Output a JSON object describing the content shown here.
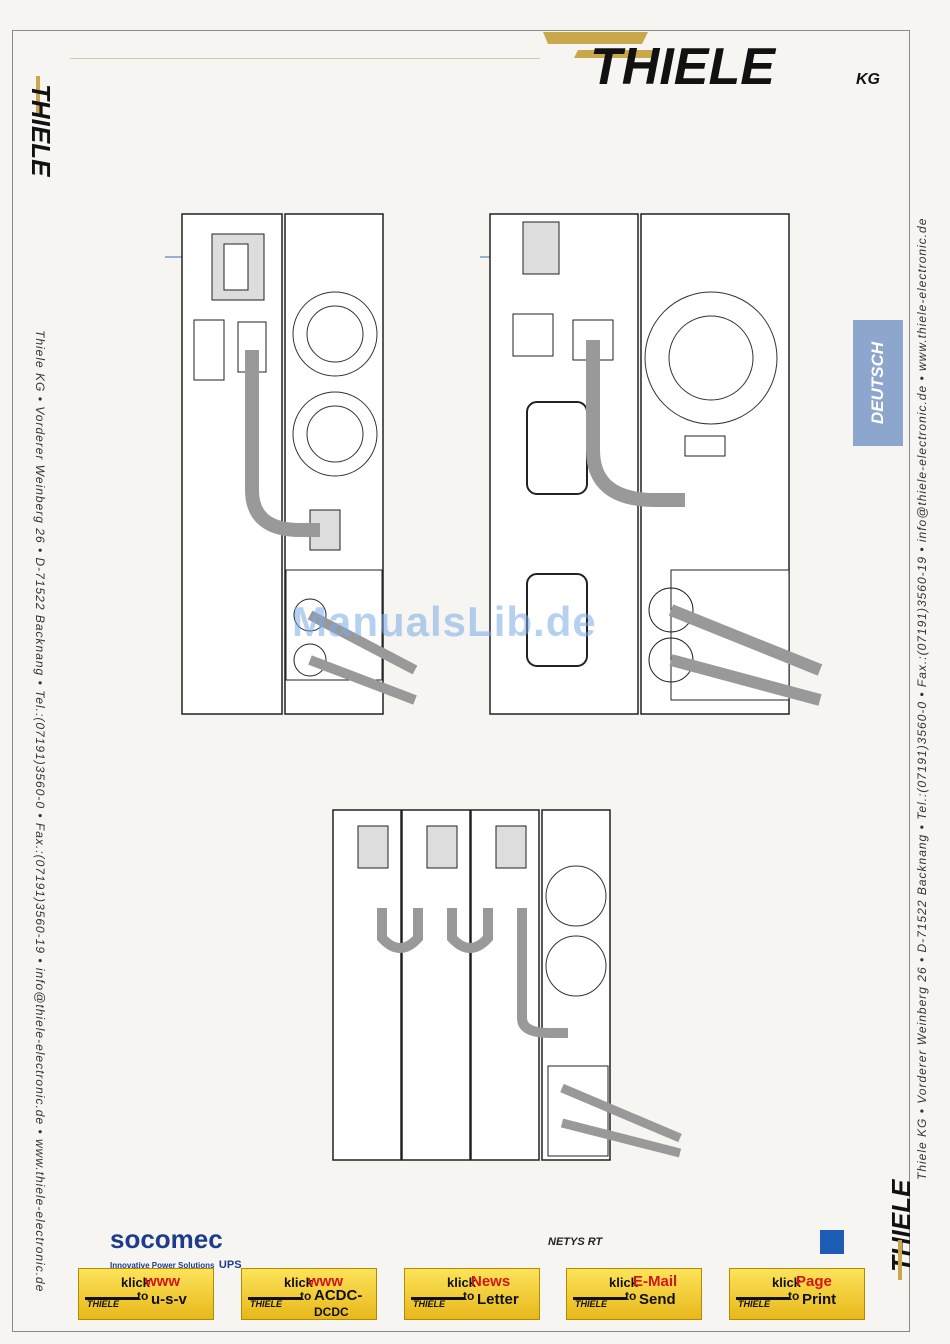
{
  "header": {
    "brand": "THIELE",
    "brand_suffix": "KG"
  },
  "side_tab": {
    "label": "DEUTSCH"
  },
  "contact_line": "Thiele KG • Vorderer Weinberg 26 • D-71522 Backnang • Tel.:(07191)3560-0 • Fax.:(07191)3560-19 • info@thiele-electronic.de • www.thiele-electronic.de",
  "watermark": "ManualsLib.de",
  "footer": {
    "socomec_brand": "socomec",
    "socomec_tag": "Innovative Power Solutions",
    "socomec_ups": "UPS",
    "product": "NETYS RT"
  },
  "nav_buttons": [
    {
      "klick": "klick",
      "to": "to",
      "dest1": "www",
      "dest2": "u-s-v",
      "dest3": ""
    },
    {
      "klick": "klick",
      "to": "to",
      "dest1": "www",
      "dest2": "ACDC-",
      "dest3": "DCDC"
    },
    {
      "klick": "klick",
      "to": "to",
      "dest1": "News",
      "dest2": "Letter",
      "dest3": ""
    },
    {
      "klick": "klick",
      "to": "to",
      "dest1": "E-Mail",
      "dest2": "Send",
      "dest3": ""
    },
    {
      "klick": "klick",
      "to": "to",
      "dest1": "Page",
      "dest2": "Print",
      "dest3": ""
    }
  ],
  "colors": {
    "accent_blue": "#1d5db6",
    "tab_blue": "#8da6ce",
    "button_yellow": "#f3cf3a",
    "logo_gold": "#c8a84a"
  }
}
